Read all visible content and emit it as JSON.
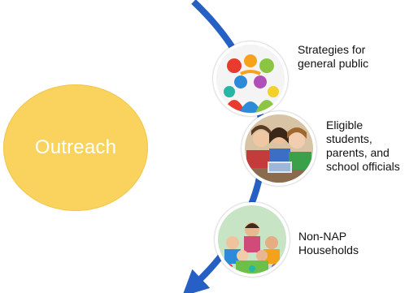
{
  "hub": {
    "label": "Outreach",
    "color": "#fad35f"
  },
  "connector_color": "#2660c4",
  "items": [
    {
      "label": "Strategies for\ngeneral public",
      "image": "colorful-people-figures-photo"
    },
    {
      "label": "Eligible\nstudents,\nparents, and\nschool officials",
      "image": "students-with-laptop-photo"
    },
    {
      "label": "Non-NAP\nHouseholds",
      "image": "family-group-photo"
    }
  ]
}
